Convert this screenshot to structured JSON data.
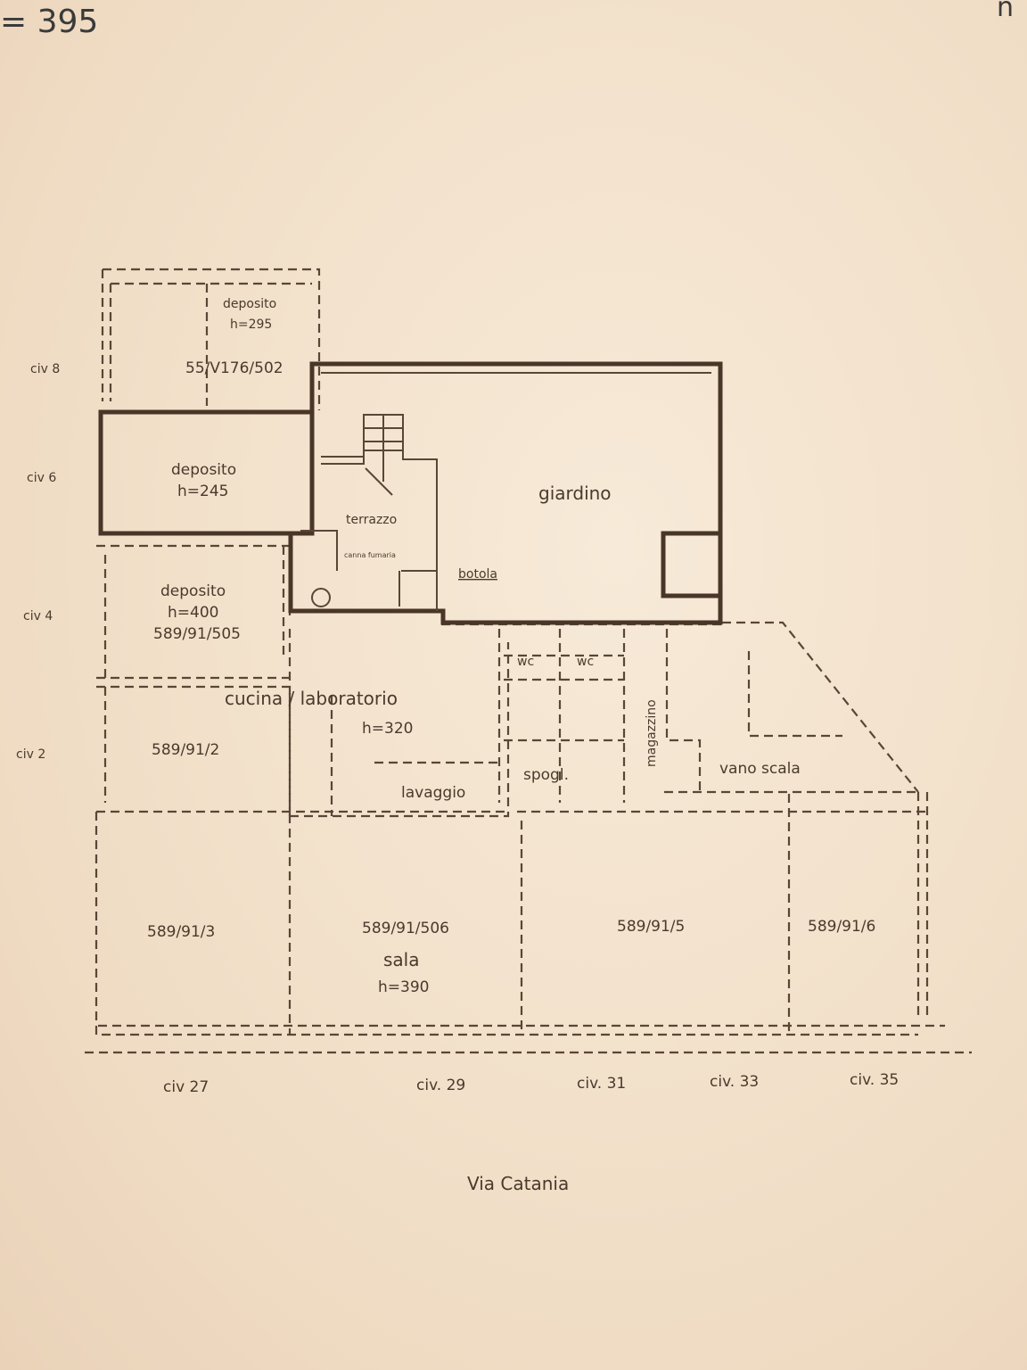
{
  "header": {
    "scale_fragment": "= 395",
    "corner_letter": "n"
  },
  "civic_numbers_left": [
    "civ 8",
    "civ 6",
    "civ 4",
    "civ 2"
  ],
  "civic_numbers_bottom": [
    "civ 27",
    "civ. 29",
    "civ. 31",
    "civ. 33",
    "civ. 35"
  ],
  "street": "Via Catania",
  "rooms": {
    "deposito_top": {
      "name": "deposito",
      "height": "h=295",
      "parcel": "55/V176/502"
    },
    "deposito_mid": {
      "name": "deposito",
      "height": "h=245"
    },
    "deposito_low": {
      "name": "deposito",
      "height": "h=400",
      "parcel": "589/91/505"
    },
    "terrazzo": "terrazzo",
    "canna_fumaria": "canna fumaria",
    "botola": "botola",
    "giardino": "giardino",
    "cucina": {
      "name": "cucina / laboratorio",
      "height": "h=320"
    },
    "parcel_2": "589/91/2",
    "lavaggio": "lavaggio",
    "wc1": "wc",
    "wc2": "wc",
    "spogl": "spogl.",
    "magazzino": "magazzino",
    "vano_scala": "vano scala",
    "parcel_3": "589/91/3",
    "sala": {
      "name": "sala",
      "height": "h=390",
      "parcel": "589/91/506"
    },
    "parcel_5": "589/91/5",
    "parcel_6": "589/91/6"
  }
}
